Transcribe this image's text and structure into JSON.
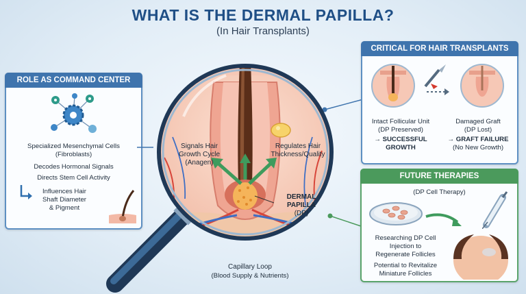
{
  "header": {
    "title": "WHAT IS THE DERMAL PAPILLA?",
    "subtitle": "(In Hair Transplants)"
  },
  "left_panel": {
    "title": "ROLE AS COMMAND CENTER",
    "cells": "Specialized Mesenchymal Cells",
    "cells_sub": "(Fibroblasts)",
    "decodes": "Decodes Hormonal Signals",
    "directs": "Directs Stem Cell Activity",
    "influences_1": "Influences Hair",
    "influences_2": "Shaft Diameter",
    "influences_3": "& Pigment"
  },
  "center": {
    "signals_1": "Signals Hair",
    "signals_2": "Growth Cycle",
    "signals_3": "(Anagen)",
    "regulates_1": "Regulates Hair",
    "regulates_2": "Thickness/Quality",
    "dp_1": "DERMAL",
    "dp_2": "PAPILLA",
    "dp_3": "(DP)",
    "capillary_1": "Capillary Loop",
    "capillary_2": "(Blood Supply & Nutrients)"
  },
  "right_top": {
    "title": "CRITICAL FOR HAIR TRANSPLANTS",
    "intact_1": "Intact Follicular Unit",
    "intact_2": "(DP Preserved)",
    "success_1": "SUCCESSFUL",
    "success_2": "GROWTH",
    "damaged_1": "Damaged Graft",
    "damaged_2": "(DP Lost)",
    "failure_1": "GRAFT FAILURE",
    "failure_2": "(No New Growth)"
  },
  "right_bottom": {
    "title": "FUTURE THERAPIES",
    "subtitle": "(DP Cell Therapy)",
    "research_1": "Researching DP Cell",
    "research_2": "Injection to",
    "research_3": "Regenerate Follicles",
    "potential_1": "Potential to Revitalize",
    "potential_2": "Miniature Follicles"
  },
  "colors": {
    "title": "#1f4f86",
    "panel_blue": "#3f74ad",
    "panel_green": "#4b9a5c",
    "skin": "#f3b9a6",
    "accent_orange": "#f2a43a"
  }
}
